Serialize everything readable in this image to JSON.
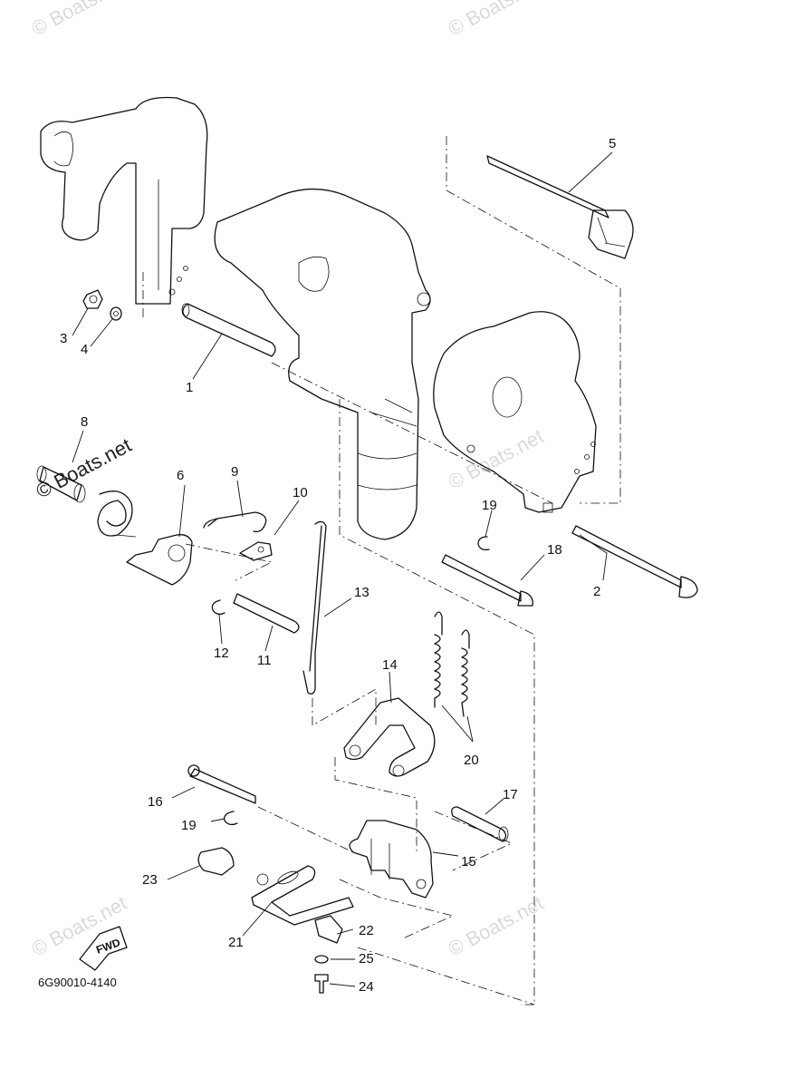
{
  "diagram": {
    "code": "6G90010-4140",
    "fwd_label": "FWD",
    "watermark": "© Boats.net",
    "callouts": [
      {
        "id": "c1",
        "label": "1"
      },
      {
        "id": "c2",
        "label": "2"
      },
      {
        "id": "c3",
        "label": "3"
      },
      {
        "id": "c4",
        "label": "4"
      },
      {
        "id": "c5",
        "label": "5"
      },
      {
        "id": "c6",
        "label": "6"
      },
      {
        "id": "c8",
        "label": "8"
      },
      {
        "id": "c9",
        "label": "9"
      },
      {
        "id": "c10",
        "label": "10"
      },
      {
        "id": "c11",
        "label": "11"
      },
      {
        "id": "c12",
        "label": "12"
      },
      {
        "id": "c13",
        "label": "13"
      },
      {
        "id": "c14",
        "label": "14"
      },
      {
        "id": "c15",
        "label": "15"
      },
      {
        "id": "c16",
        "label": "16"
      },
      {
        "id": "c17",
        "label": "17"
      },
      {
        "id": "c18",
        "label": "18"
      },
      {
        "id": "c19a",
        "label": "19"
      },
      {
        "id": "c19b",
        "label": "19"
      },
      {
        "id": "c20",
        "label": "20"
      },
      {
        "id": "c21",
        "label": "21"
      },
      {
        "id": "c22",
        "label": "22"
      },
      {
        "id": "c23",
        "label": "23"
      },
      {
        "id": "c24",
        "label": "24"
      },
      {
        "id": "c25",
        "label": "25"
      }
    ]
  }
}
